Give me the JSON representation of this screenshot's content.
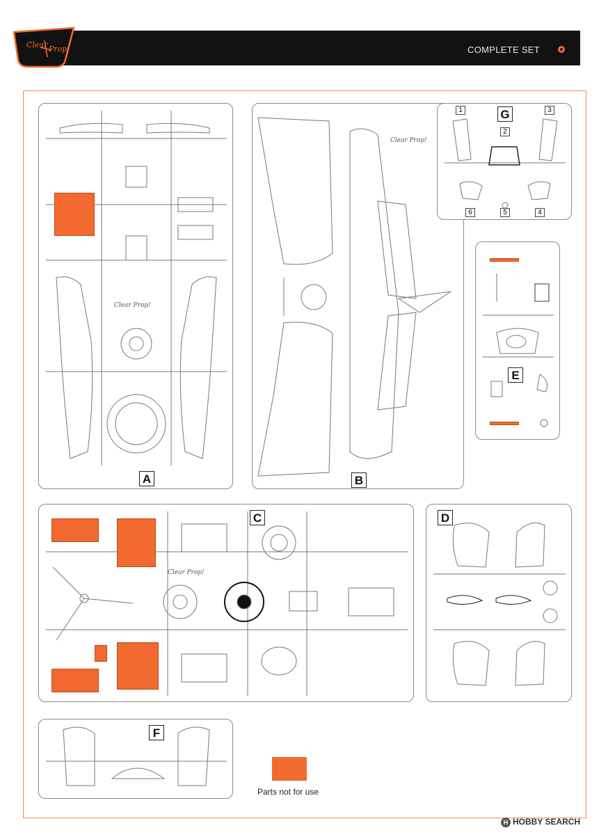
{
  "header": {
    "logo_text": "Clear Prop!",
    "title": "COMPLETE SET"
  },
  "sprues": {
    "A": {
      "label": "A"
    },
    "B": {
      "label": "B"
    },
    "C": {
      "label": "C"
    },
    "D": {
      "label": "D"
    },
    "E": {
      "label": "E"
    },
    "F": {
      "label": "F"
    },
    "G": {
      "label": "G",
      "part_numbers": [
        "1",
        "2",
        "3",
        "6",
        "5",
        "4"
      ]
    }
  },
  "legend": {
    "label": "Parts not for use",
    "color": "#f26a2f"
  },
  "watermark": {
    "text": "HOBBY SEARCH"
  },
  "colors": {
    "accent": "#f26a2f",
    "header_bg": "#121212",
    "frame": "#f08a4b"
  }
}
